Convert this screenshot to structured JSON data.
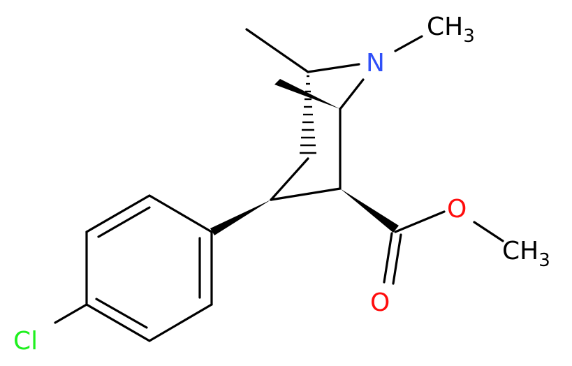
{
  "molecule": {
    "atoms": {
      "n_label": "N",
      "methyl_n": {
        "main": "CH",
        "sub": "3"
      },
      "ester_o_single": "O",
      "ester_methyl": {
        "main": "CH",
        "sub": "3"
      },
      "carbonyl_o": "O",
      "chlorine": "Cl"
    },
    "colors": {
      "bond": "#000000",
      "nitrogen": "#3050f8",
      "oxygen": "#ff0d0d",
      "chlorine": "#1ff01f",
      "carbon": "#000000"
    }
  }
}
